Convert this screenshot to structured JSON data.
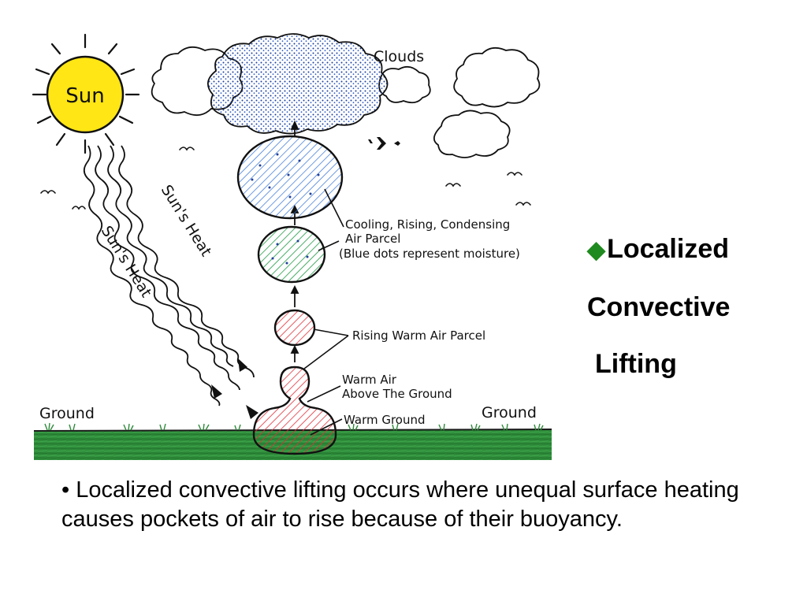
{
  "diagram": {
    "labels": {
      "sun": "Sun",
      "clouds": "Clouds",
      "suns_heat_left": "Sun's Heat",
      "suns_heat_right": "Sun's Heat",
      "ground_left": "Ground",
      "ground_right": "Ground",
      "cooling_line1": "Cooling, Rising, Condensing",
      "cooling_line2": "Air Parcel",
      "cooling_line3": "(Blue dots represent moisture)",
      "rising_parcel": "Rising Warm Air Parcel",
      "warm_air_line1": "Warm Air",
      "warm_air_line2": "Above The Ground",
      "warm_ground": "Warm Ground"
    },
    "colors": {
      "sun": "#ffe614",
      "ground": "#2e8b3a",
      "warm_hatch": "#e0303a",
      "green_hatch": "#1f9a44",
      "blue_hatch": "#2f6fd6",
      "cloud_dots": "#1f3f9a"
    }
  },
  "heading": {
    "bullet": "◆",
    "line1": "Localized",
    "line2": "Convective",
    "line3": "Lifting"
  },
  "body": {
    "text": "•  Localized convective lifting occurs where unequal surface heating causes pockets of air to rise because of their buoyancy."
  }
}
